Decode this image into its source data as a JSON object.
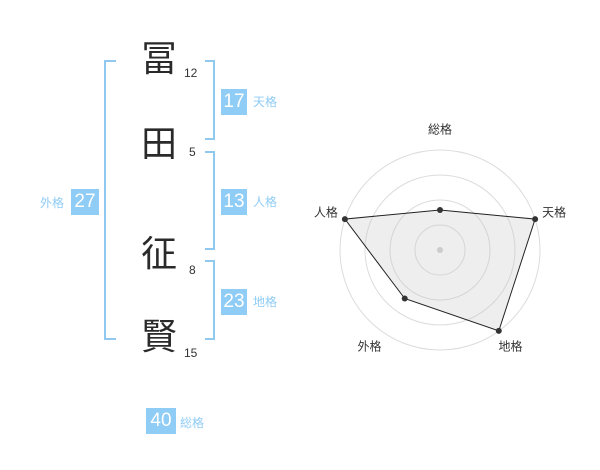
{
  "name": {
    "surname": [
      {
        "char": "冨",
        "strokes": "12"
      },
      {
        "char": "田",
        "strokes": "5"
      }
    ],
    "given": [
      {
        "char": "征",
        "strokes": "8"
      },
      {
        "char": "賢",
        "strokes": "15"
      }
    ]
  },
  "fortunes": {
    "tenkaku": {
      "label": "天格",
      "value": "17"
    },
    "jinkaku": {
      "label": "人格",
      "value": "13"
    },
    "chikaku": {
      "label": "地格",
      "value": "23"
    },
    "gaikaku": {
      "label": "外格",
      "value": "27"
    },
    "soukaku": {
      "label": "総格",
      "value": "40"
    }
  },
  "colors": {
    "accent": "#8fccf6",
    "bracket": "#8fc9ef",
    "text": "#2a2a2a"
  },
  "chart_data": {
    "type": "radar",
    "axes": [
      "総格",
      "天格",
      "地格",
      "外格",
      "人格"
    ],
    "values": [
      0.4,
      1.0,
      1.0,
      0.6,
      1.0
    ],
    "rings": 4,
    "grid": true
  }
}
